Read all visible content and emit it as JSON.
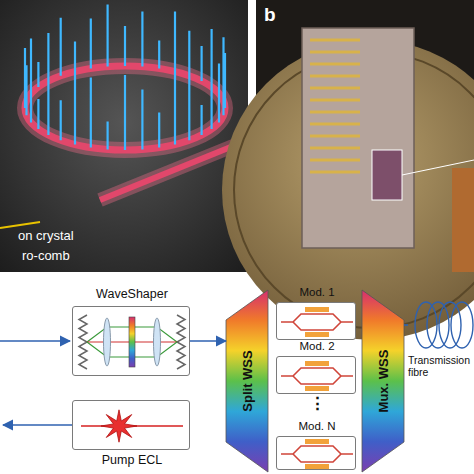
{
  "diagram": {
    "nodes": [
      {
        "text": [
          "WaveShaper"
        ]
      },
      {
        "text": [
          "Pump ECL"
        ]
      },
      {
        "text": [
          "Split WSS"
        ]
      },
      {
        "text": [
          "Mod. 1"
        ]
      },
      {
        "text": [
          "Mod. 2"
        ]
      },
      {
        "text": [
          "Mod. N"
        ]
      },
      {
        "text": [
          "Mux. WSS"
        ]
      },
      {
        "text": [
          "Transmission fibre"
        ]
      }
    ],
    "edges": [
      {
        "from": 0,
        "to": 2,
        "arrow": "to"
      },
      {
        "from": 6,
        "to": 7,
        "arrow": "none"
      }
    ],
    "labels": [
      "on crystal",
      "ro-comb",
      "b",
      "⋮"
    ]
  }
}
